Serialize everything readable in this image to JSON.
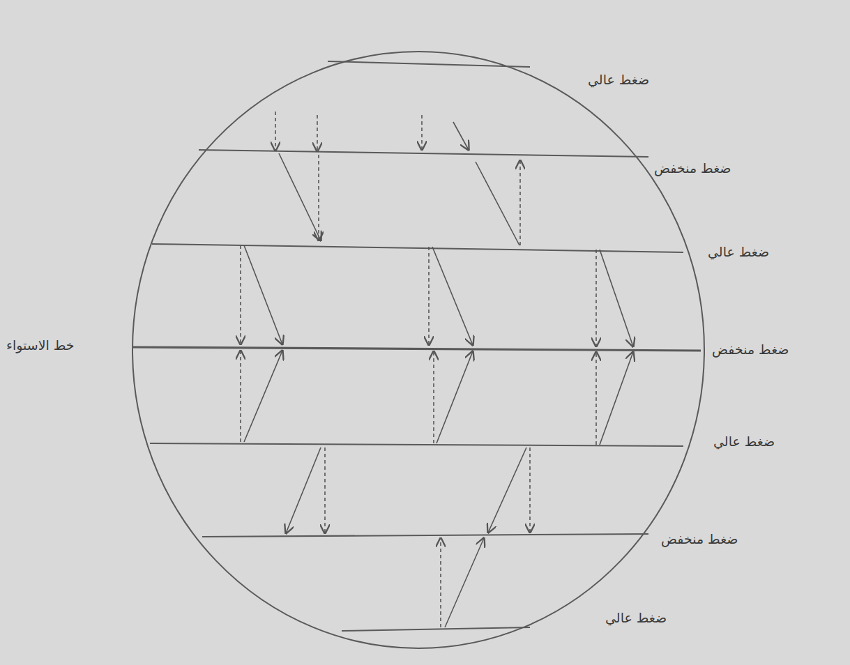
{
  "diagram": {
    "labels": [
      "ضغط عالي",
      "ضغط منخفض",
      "ضغط عالي",
      "ضغط منخفض",
      "ضغط عالي",
      "ضغط منخفض",
      "ضغط عالي",
      "خط الاستواء"
    ]
  }
}
